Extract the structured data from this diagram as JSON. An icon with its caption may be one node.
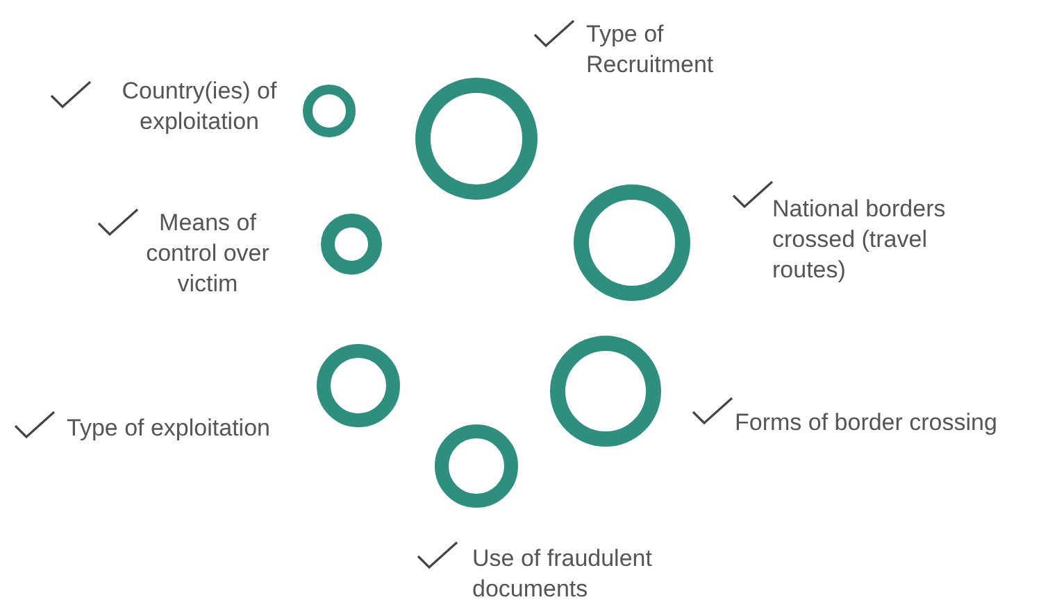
{
  "diagram": {
    "nodes": [
      {
        "text": [],
        "shape": "circle",
        "beside": [
          "Type of Recruitment"
        ]
      },
      {
        "text": [],
        "shape": "circle",
        "beside": [
          "Country(ies) of exploitation"
        ]
      },
      {
        "text": [],
        "shape": "circle",
        "beside": [
          "National borders crossed (travel routes)"
        ]
      },
      {
        "text": [],
        "shape": "circle",
        "beside": [
          "Means of control over victim"
        ]
      },
      {
        "text": [],
        "shape": "circle",
        "beside": [
          "Type of exploitation"
        ]
      },
      {
        "text": [],
        "shape": "circle",
        "beside": [
          "Forms of border crossing"
        ]
      },
      {
        "text": [],
        "shape": "circle",
        "beside": [
          "Use of fraudulent documents"
        ]
      }
    ]
  }
}
